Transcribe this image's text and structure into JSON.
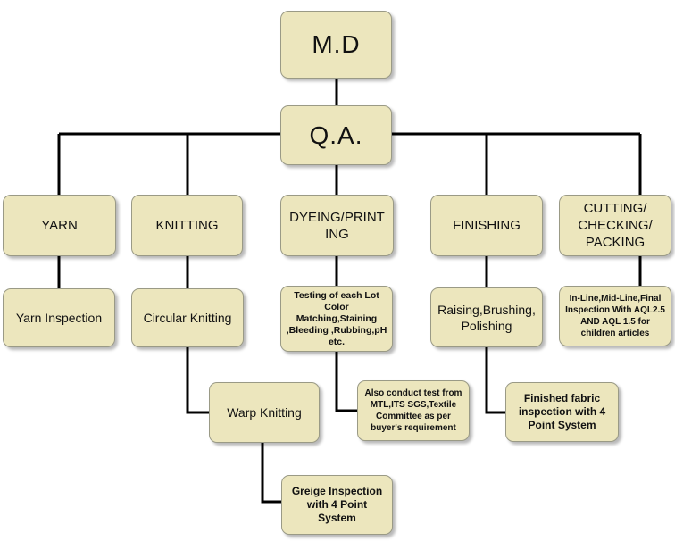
{
  "diagram": {
    "md": "M.D",
    "qa": "Q.A.",
    "departments": {
      "yarn": "YARN",
      "knitting": "KNITTING",
      "dyeing": "DYEING/PRINT\nING",
      "finishing": "FINISHING",
      "cutting": "CUTTING/\nCHECKING/\nPACKING"
    },
    "steps": {
      "yarn_inspection": "Yarn Inspection",
      "circular_knitting": "Circular Knitting",
      "warp_knitting": "Warp Knitting",
      "greige_inspection": "Greige Inspection\nwith 4 Point\nSystem",
      "dyeing_testing": "Testing of each Lot\nColor\nMatching,Staining\n,Bleeding ,Rubbing,pH\netc.",
      "dyeing_conduct": "Also conduct test from\nMTL,ITS SGS,Textile\nCommittee as per\nbuyer's requirement",
      "finishing_raising": "Raising,Brushing,\nPolishing",
      "finishing_inspection": "Finished fabric\ninspection with 4\nPoint System",
      "cutting_inspection": "In-Line,Mid-Line,Final\nInspection With AQL2.5\nAND AQL 1.5 for\nchildren articles"
    },
    "colors": {
      "box_fill": "#ece6bd",
      "box_border": "#9a9a86",
      "connector": "#000000"
    }
  }
}
